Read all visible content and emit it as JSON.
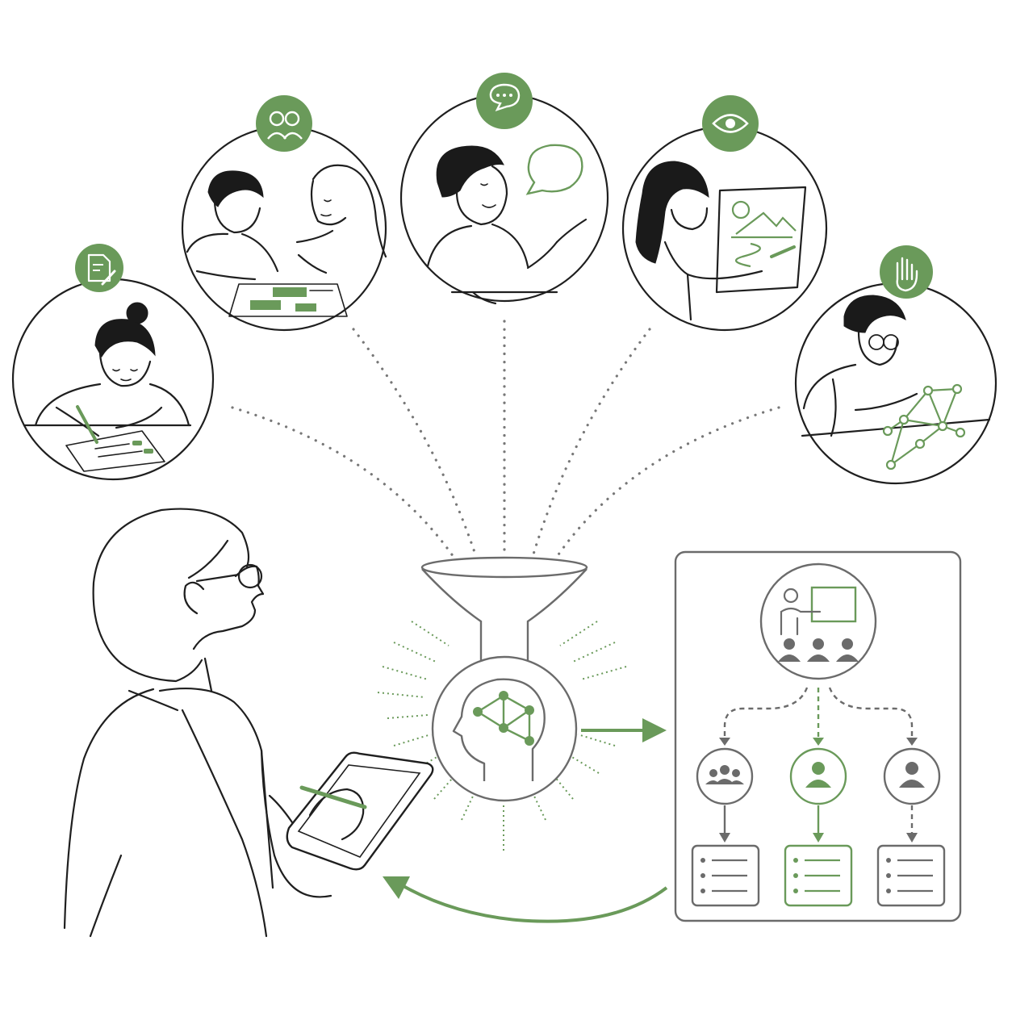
{
  "colors": {
    "accent_green": "#6a9a5a",
    "line_dark": "#1f1f1f",
    "line_gray": "#6b6b6b",
    "background": "#ffffff"
  },
  "assessment_sources": [
    {
      "id": "written-work",
      "icon": "document-pencil-icon"
    },
    {
      "id": "peer-discussion",
      "icon": "two-people-icon"
    },
    {
      "id": "verbal-explanation",
      "icon": "speech-bubble-icon"
    },
    {
      "id": "visual-observation",
      "icon": "eye-icon"
    },
    {
      "id": "hands-on-model",
      "icon": "raised-hand-icon"
    }
  ],
  "synthesis": {
    "funnel_icon": "funnel-icon",
    "analysis_icon": "brain-network-icon"
  },
  "instruction_plan": {
    "whole_class_icon": "teacher-presenting-icon",
    "branches": [
      {
        "id": "small-group",
        "icon": "group-icon",
        "highlight": false
      },
      {
        "id": "individual-highlighted",
        "icon": "person-icon",
        "highlight": true
      },
      {
        "id": "individual",
        "icon": "person-icon",
        "highlight": false
      }
    ]
  },
  "teacher": {
    "icon": "teacher-with-tablet-icon"
  }
}
